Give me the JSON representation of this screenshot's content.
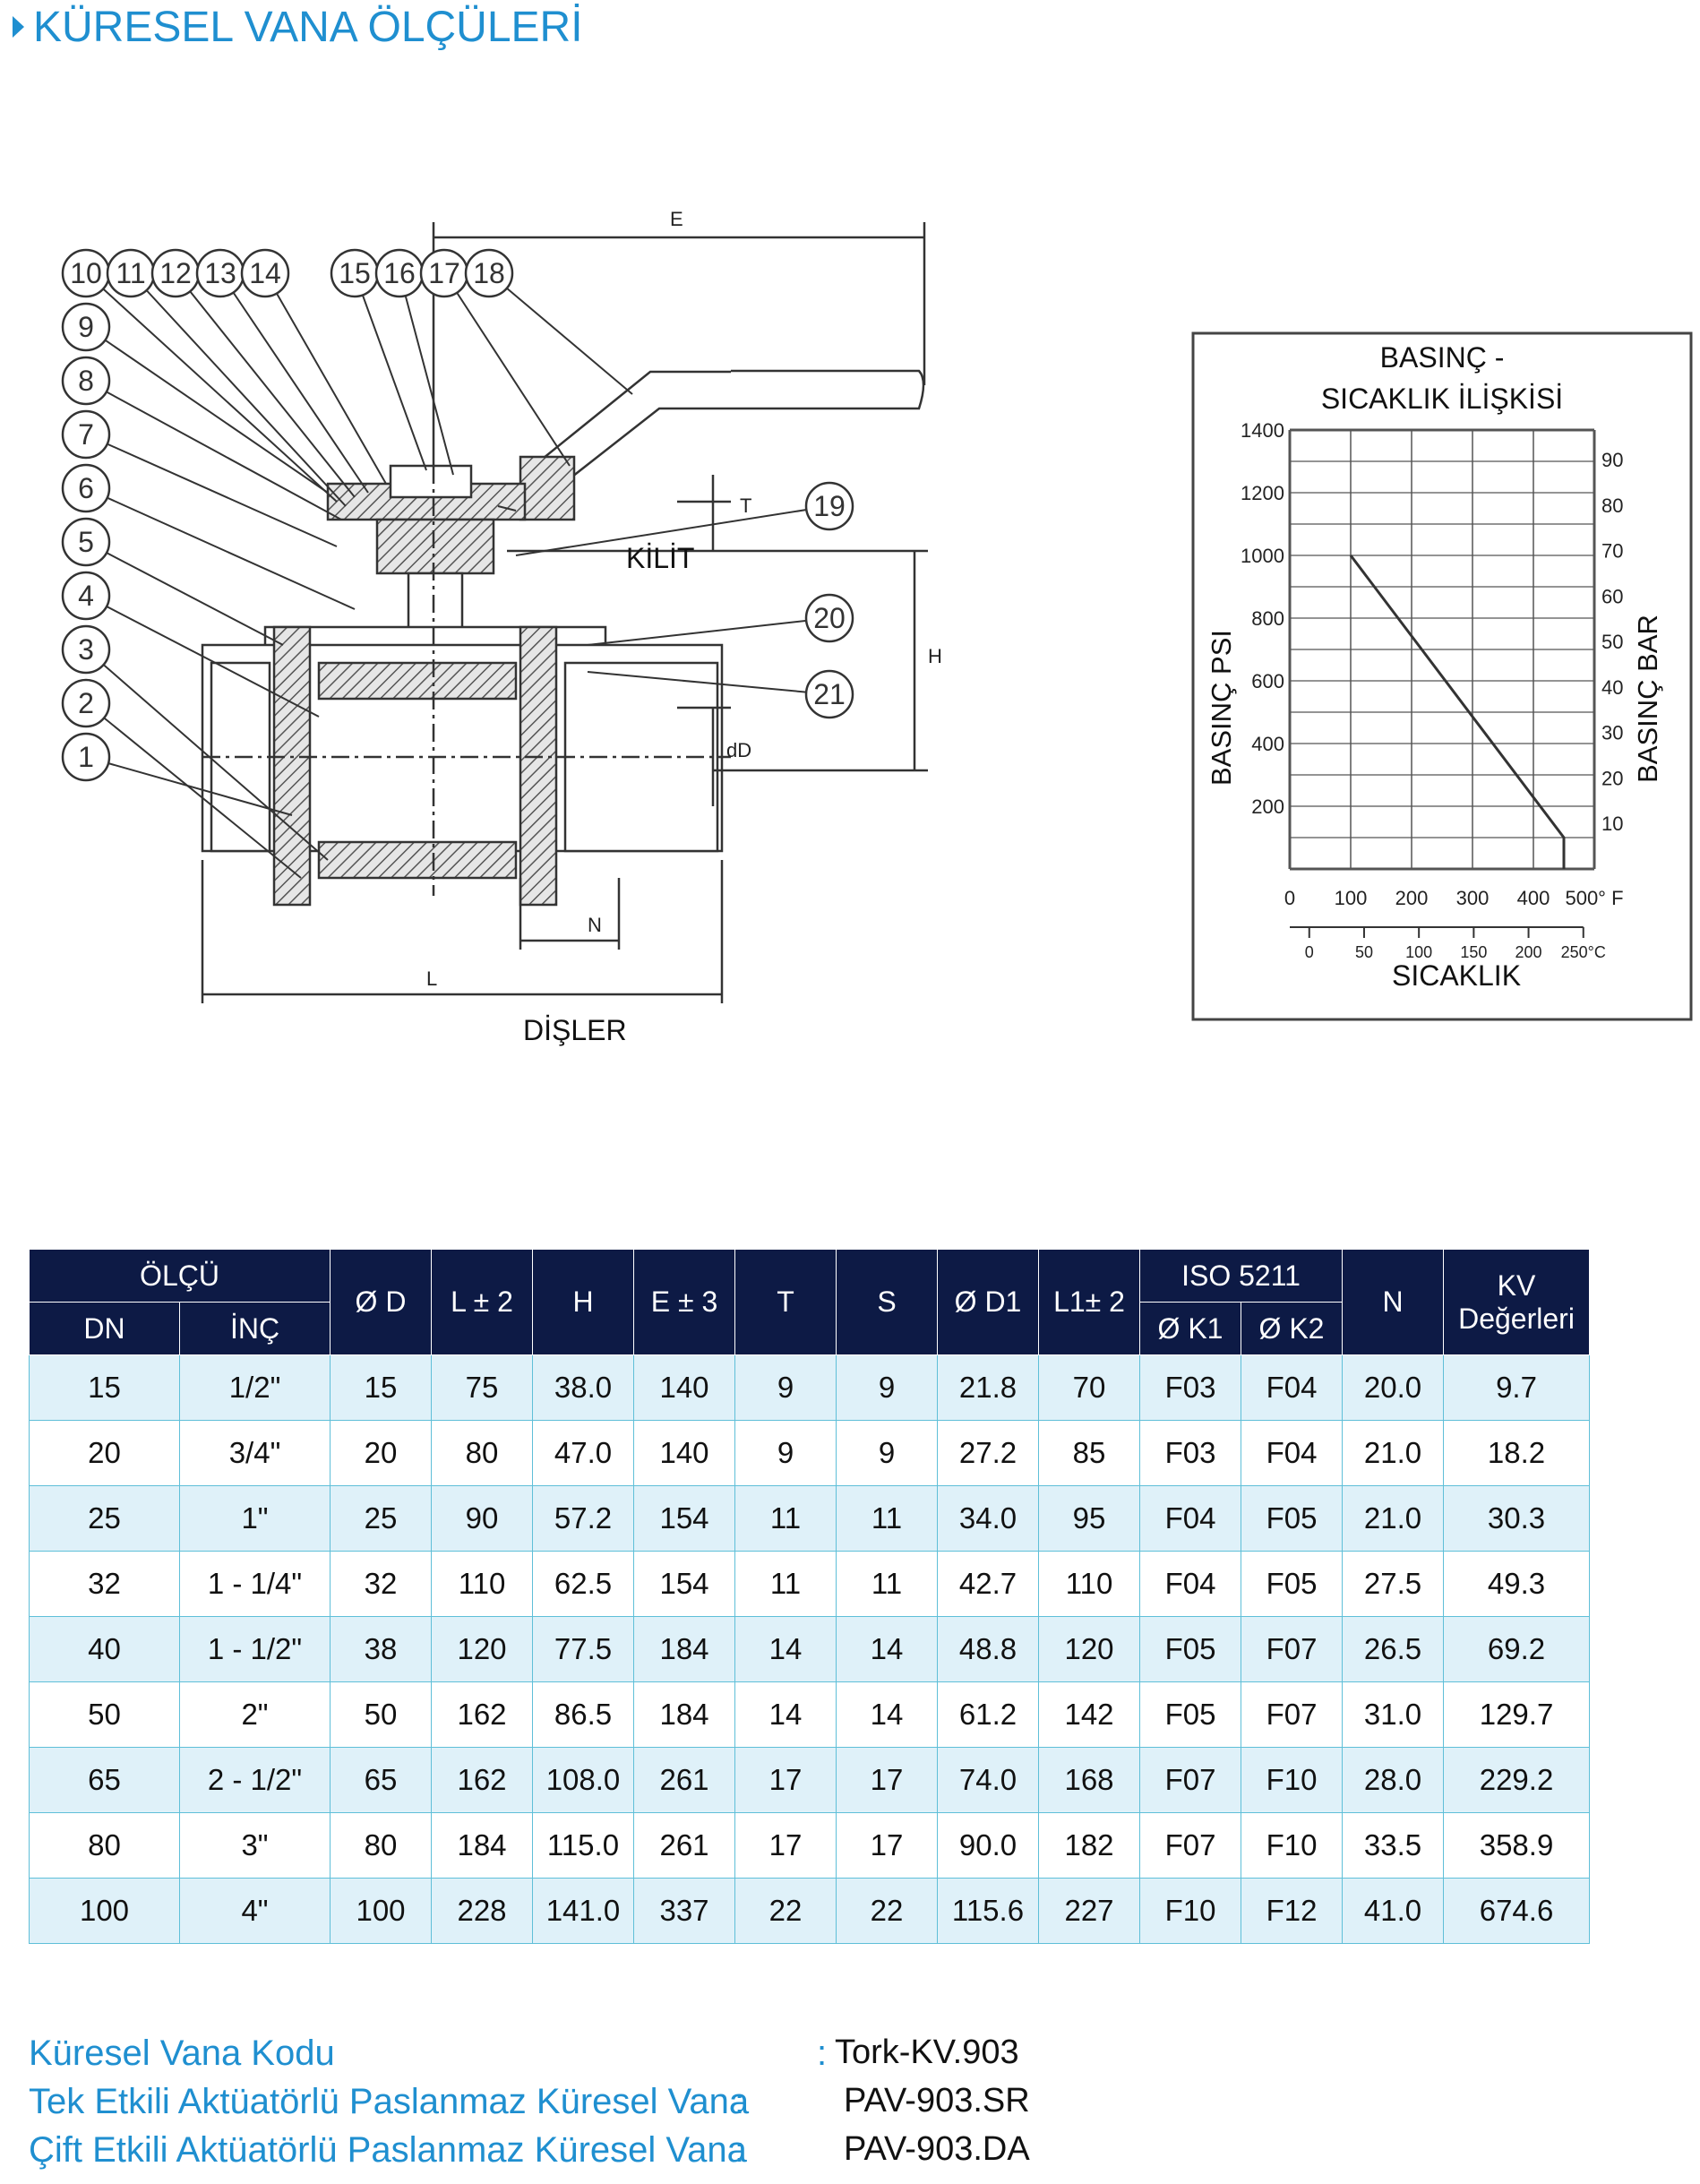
{
  "page_title": "KÜRESEL VANA ÖLÇÜLERİ",
  "diagram": {
    "callouts": [
      "10",
      "11",
      "12",
      "13",
      "14",
      "15",
      "16",
      "17",
      "18",
      "9",
      "8",
      "7",
      "6",
      "5",
      "4",
      "3",
      "2",
      "1",
      "19",
      "20",
      "21"
    ],
    "dims": {
      "E": "E",
      "T": "T",
      "H": "H",
      "dD": "dD",
      "N": "N",
      "L": "L"
    },
    "kilit_label": "KİLİT",
    "disler_label": "DİŞLER"
  },
  "chart": {
    "title_line1": "BASINÇ -",
    "title_line2": "SICAKLIK İLİŞKİSİ",
    "ylabel_left": "BASINÇ PSI",
    "ylabel_right": "BASINÇ BAR",
    "xlabel": "SICAKLIK",
    "psi_ticks": [
      "1400",
      "1200",
      "1000",
      "800",
      "600",
      "400",
      "200"
    ],
    "bar_ticks": [
      "90",
      "80",
      "70",
      "60",
      "50",
      "40",
      "30",
      "20",
      "10"
    ],
    "f_ticks": [
      "0",
      "100",
      "200",
      "300",
      "400",
      "500° F"
    ],
    "c_ticks": [
      "0",
      "50",
      "100",
      "150",
      "200",
      "250°C"
    ]
  },
  "chart_data": {
    "type": "line",
    "title": "BASINÇ - SICAKLIK İLİŞKİSİ",
    "xlabel": "SICAKLIK",
    "ylabel": "BASINÇ PSI",
    "y2label": "BASINÇ BAR",
    "x_unit": "°F",
    "x": [
      100,
      450,
      450
    ],
    "y": [
      1000,
      100,
      0
    ],
    "xlim": [
      0,
      500
    ],
    "ylim": [
      0,
      1400
    ],
    "grid": true
  },
  "table": {
    "headers": {
      "olcu": "ÖLÇÜ",
      "dn": "DN",
      "inc": "İNÇ",
      "d": "Ø D",
      "l": "L ± 2",
      "h": "H",
      "e": "E ± 3",
      "t": "T",
      "s": "S",
      "d1": "Ø D1",
      "l1": "L1± 2",
      "iso": "ISO 5211",
      "k1": "Ø K1",
      "k2": "Ø K2",
      "n": "N",
      "kv1": "KV",
      "kv2": "Değerleri"
    },
    "rows": [
      [
        "15",
        "1/2\"",
        "15",
        "75",
        "38.0",
        "140",
        "9",
        "9",
        "21.8",
        "70",
        "F03",
        "F04",
        "20.0",
        "9.7"
      ],
      [
        "20",
        "3/4\"",
        "20",
        "80",
        "47.0",
        "140",
        "9",
        "9",
        "27.2",
        "85",
        "F03",
        "F04",
        "21.0",
        "18.2"
      ],
      [
        "25",
        "1\"",
        "25",
        "90",
        "57.2",
        "154",
        "11",
        "11",
        "34.0",
        "95",
        "F04",
        "F05",
        "21.0",
        "30.3"
      ],
      [
        "32",
        "1 - 1/4\"",
        "32",
        "110",
        "62.5",
        "154",
        "11",
        "11",
        "42.7",
        "110",
        "F04",
        "F05",
        "27.5",
        "49.3"
      ],
      [
        "40",
        "1 - 1/2\"",
        "38",
        "120",
        "77.5",
        "184",
        "14",
        "14",
        "48.8",
        "120",
        "F05",
        "F07",
        "26.5",
        "69.2"
      ],
      [
        "50",
        "2\"",
        "50",
        "162",
        "86.5",
        "184",
        "14",
        "14",
        "61.2",
        "142",
        "F05",
        "F07",
        "31.0",
        "129.7"
      ],
      [
        "65",
        "2 - 1/2\"",
        "65",
        "162",
        "108.0",
        "261",
        "17",
        "17",
        "74.0",
        "168",
        "F07",
        "F10",
        "28.0",
        "229.2"
      ],
      [
        "80",
        "3\"",
        "80",
        "184",
        "115.0",
        "261",
        "17",
        "17",
        "90.0",
        "182",
        "F07",
        "F10",
        "33.5",
        "358.9"
      ],
      [
        "100",
        "4\"",
        "100",
        "228",
        "141.0",
        "337",
        "22",
        "22",
        "115.6",
        "227",
        "F10",
        "F12",
        "41.0",
        "674.6"
      ]
    ]
  },
  "codes": [
    {
      "label": "Küresel Vana Kodu",
      "colon": ":",
      "value": "Tork-KV.903"
    },
    {
      "label": "Tek Etkili Aktüatörlü Paslanmaz Küresel Vana",
      "colon": ":",
      "value": "PAV-903.SR"
    },
    {
      "label": "Çift Etkili Aktüatörlü Paslanmaz Küresel Vana",
      "colon": ":",
      "value": "PAV-903.DA"
    }
  ]
}
